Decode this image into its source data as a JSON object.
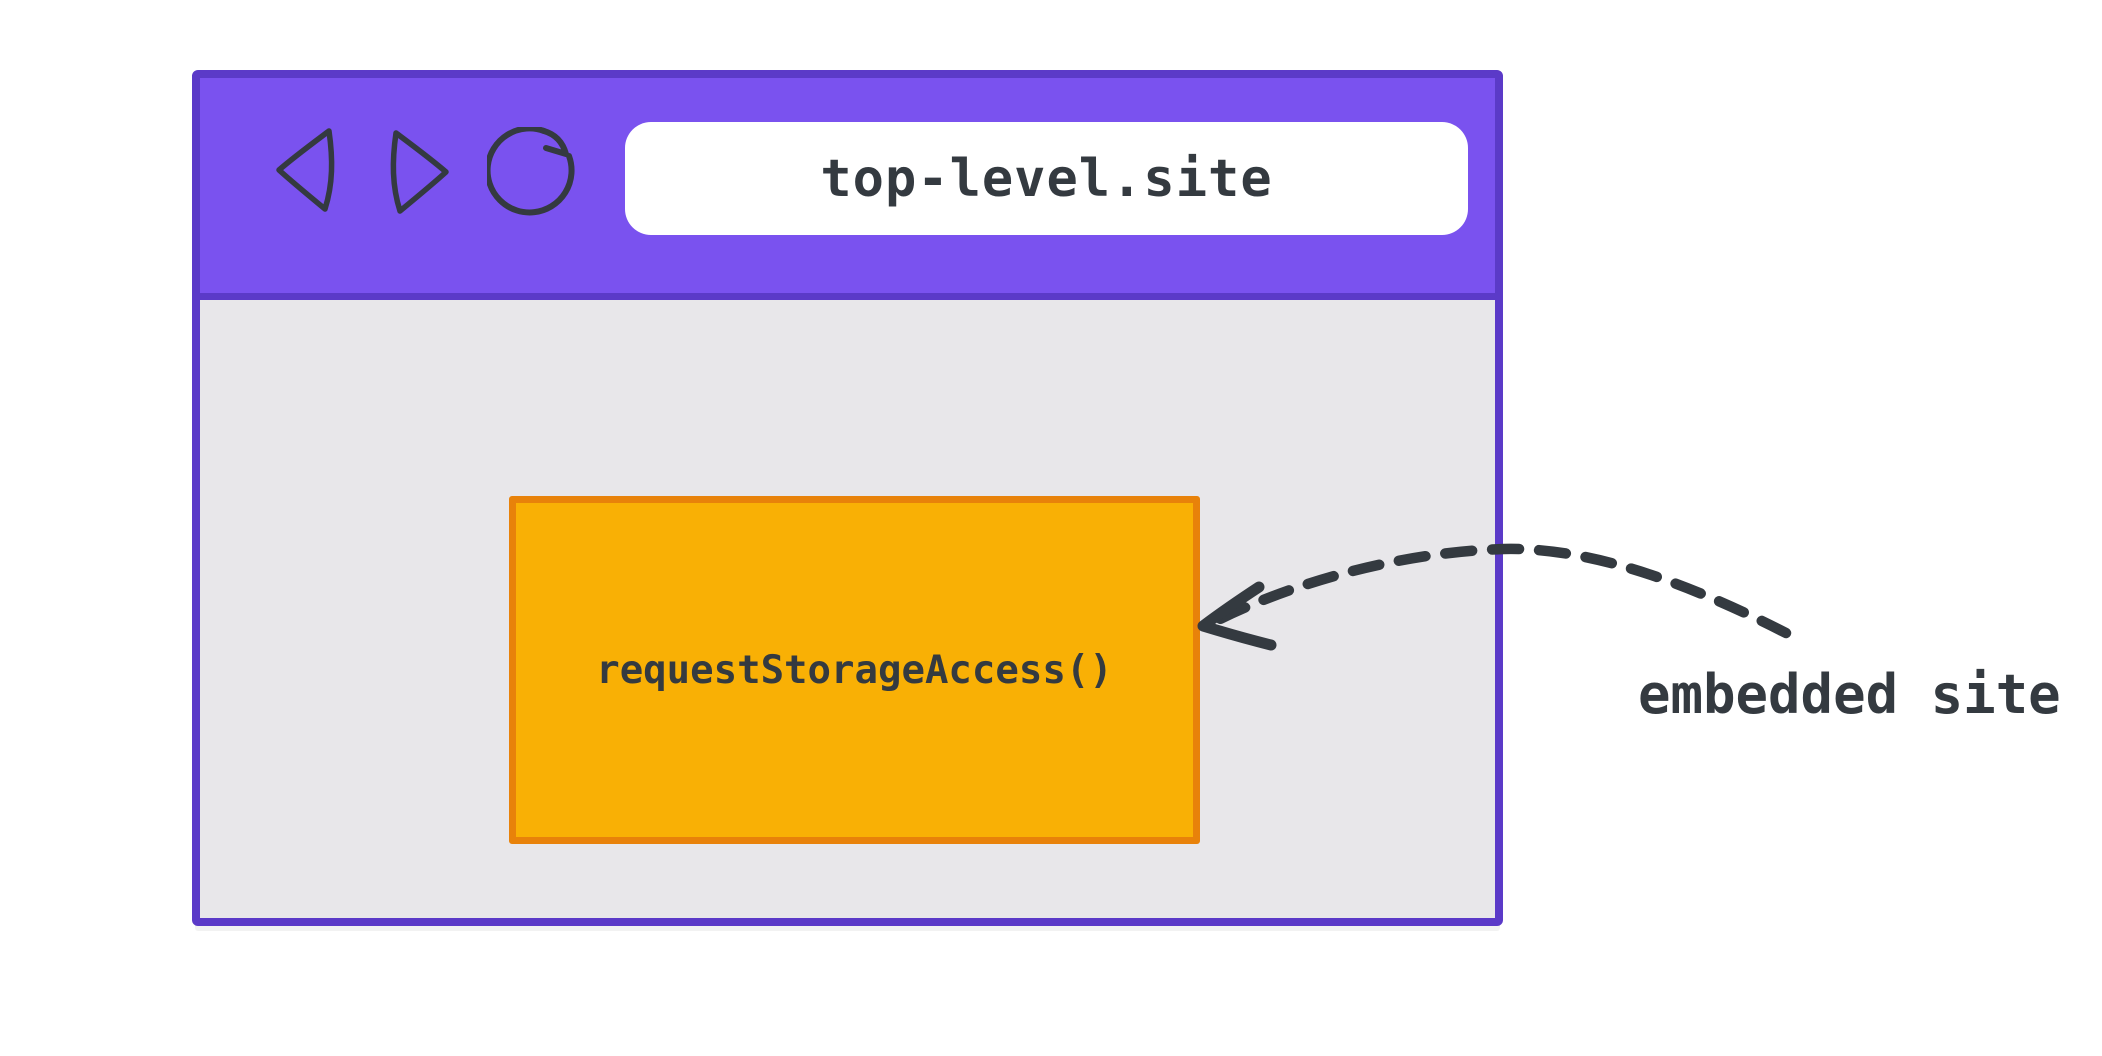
{
  "browser": {
    "address_bar_text": "top-level.site",
    "toolbar_icons": [
      {
        "name": "back-icon"
      },
      {
        "name": "forward-icon"
      },
      {
        "name": "refresh-icon"
      }
    ]
  },
  "embed": {
    "api_call_label": "requestStorageAccess()"
  },
  "annotation": {
    "label": "embedded site"
  },
  "colors": {
    "toolbar_purple": "#7A52EF",
    "window_border_purple": "#5B3AC8",
    "viewport_gray": "#E8E7EA",
    "embed_fill_orange": "#F9B005",
    "embed_border_orange": "#E8820A",
    "ink": "#343A40",
    "address_bar_white": "#FFFFFF",
    "background_white": "#FFFFFF"
  }
}
